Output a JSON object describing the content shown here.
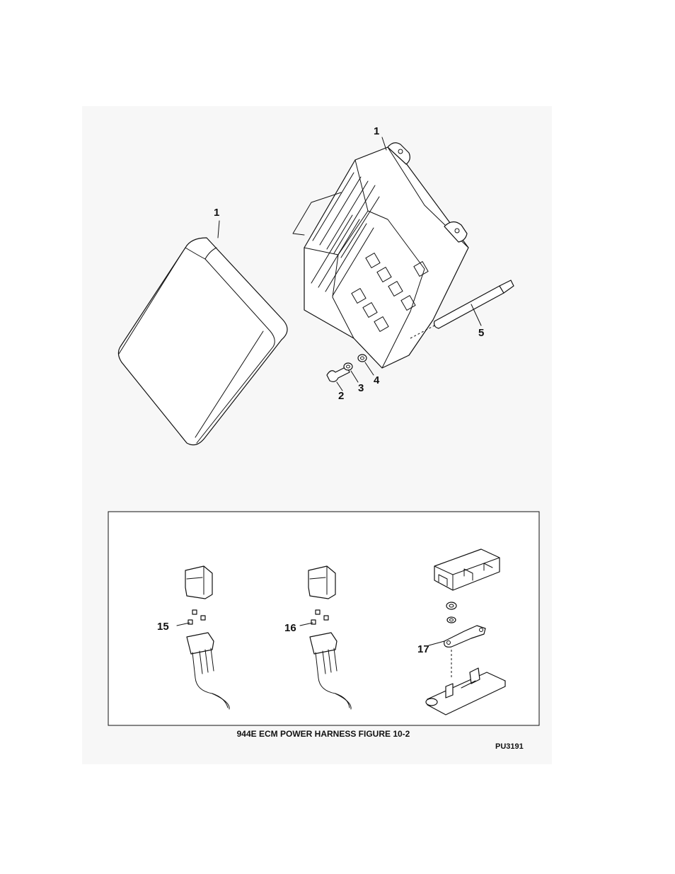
{
  "callouts": {
    "c1a": "1",
    "c1b": "1",
    "c2": "2",
    "c3": "3",
    "c4": "4",
    "c5": "5",
    "c15": "15",
    "c16": "16",
    "c17": "17"
  },
  "caption": "944E ECM POWER HARNESS FIGURE 10-2",
  "figure_code": "PU3191"
}
